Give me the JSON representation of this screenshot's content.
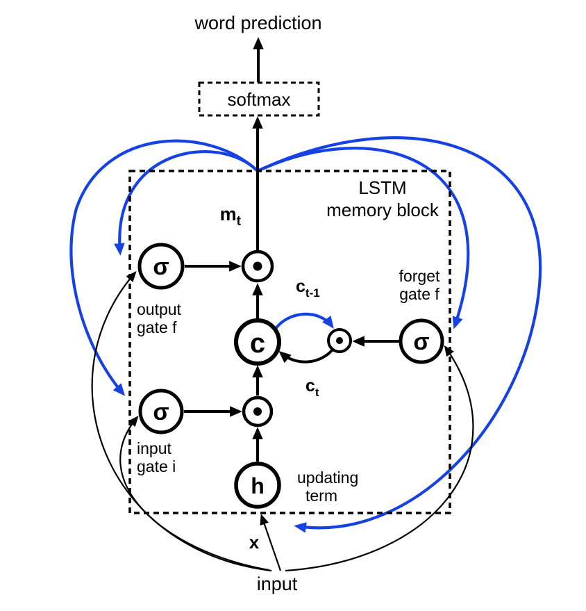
{
  "diagram": {
    "word_prediction": "word prediction",
    "softmax": "softmax",
    "lstm_title": {
      "line1": "LSTM",
      "line2": "memory block"
    },
    "symbols": {
      "sigma": "σ",
      "cell": "c",
      "h": "h"
    },
    "labels": {
      "m_base": "m",
      "m_sub": "t",
      "c_prev_base": "c",
      "c_prev_sub": "t-1",
      "c_cur_base": "c",
      "c_cur_sub": "t",
      "output_gate": {
        "line1": "output",
        "line2": "gate f"
      },
      "input_gate": {
        "line1": "input",
        "line2": "gate i"
      },
      "forget_gate": {
        "line1": "forget",
        "line2": "gate f"
      },
      "updating": {
        "line1": "updating",
        "line2": "term"
      },
      "x": "x",
      "input": "input"
    },
    "colors": {
      "arrow_black": "#000000",
      "recurrent_blue": "#1642e4",
      "background": "#ffffff"
    }
  }
}
